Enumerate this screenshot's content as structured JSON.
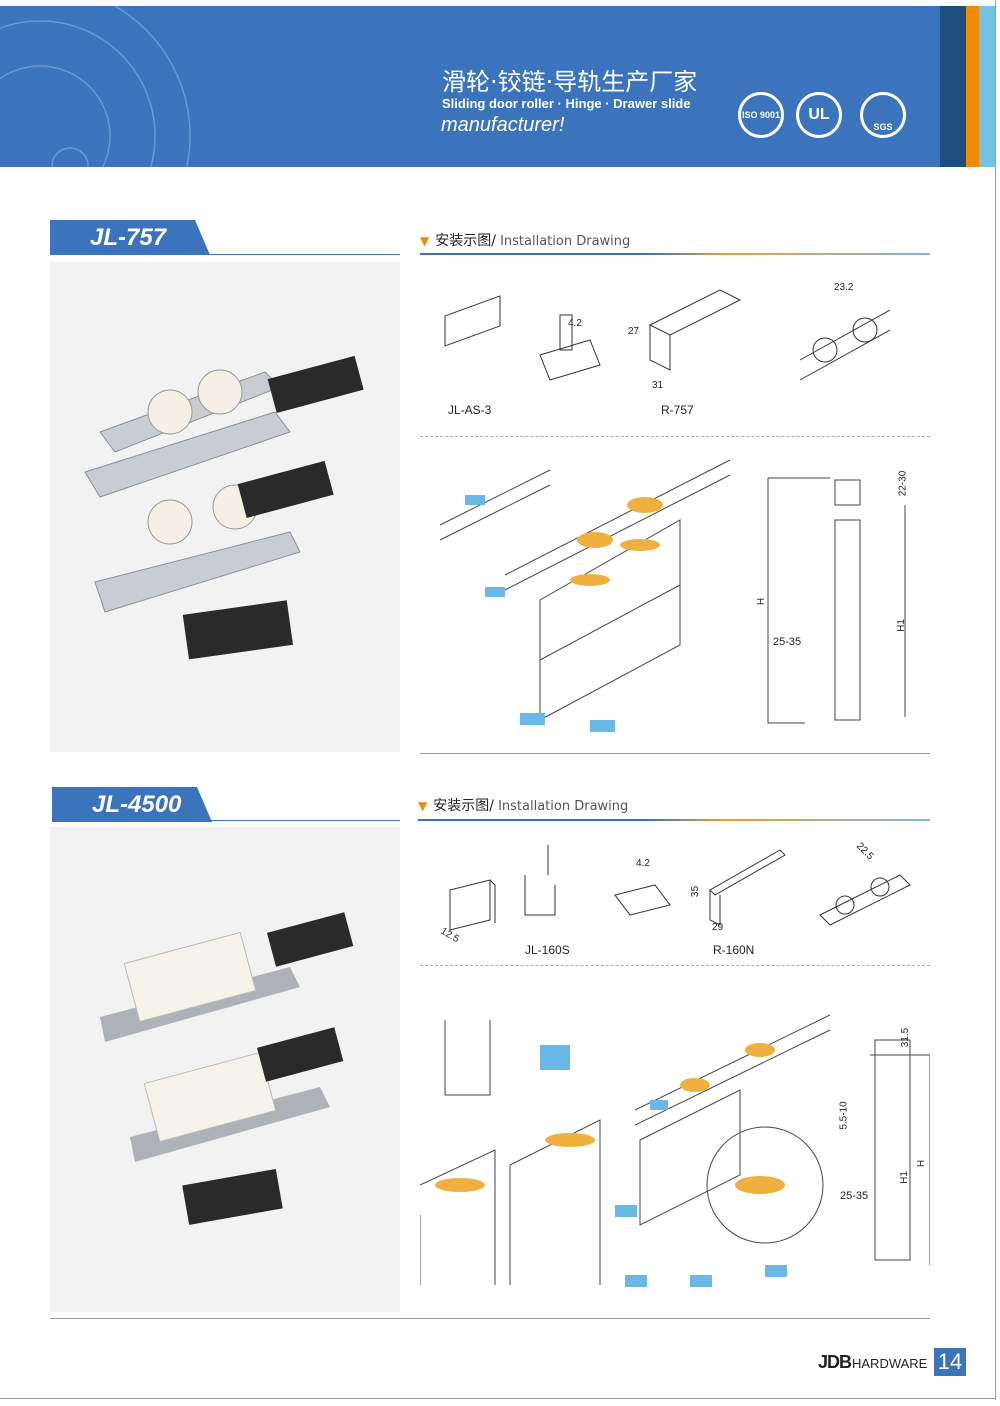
{
  "header": {
    "title_cn": "滑轮·铰链·导轨生产厂家",
    "title_en": "Sliding door roller  · Hinge  · Drawer slide",
    "title_mf": "manufacturer!",
    "certs": [
      "ISO 9001",
      "UL",
      "SGS"
    ],
    "colors": {
      "blue": "#3b74bd",
      "navy": "#1d4f7c",
      "orange": "#f08a00",
      "light": "#74c2e6"
    }
  },
  "sections": [
    {
      "model": "JL-757",
      "inst_cn": "安装示图/",
      "inst_en": " Installation Drawing",
      "parts": [
        "JL-AS-3",
        "R-757"
      ],
      "dims": [
        "4.2",
        "27",
        "31",
        "23.2"
      ],
      "assembly_dims": [
        "H",
        "25-35",
        "H1",
        "22-30"
      ]
    },
    {
      "model": "JL-4500",
      "inst_cn": "安装示图/",
      "inst_en": " Installation Drawing",
      "parts": [
        "JL-160S",
        "R-160N"
      ],
      "dims": [
        "12.5",
        "4.2",
        "35",
        "29",
        "22.5"
      ],
      "assembly_dims": [
        "31.5",
        "5.5-10",
        "25-35",
        "H1",
        "H"
      ]
    }
  ],
  "footer": {
    "logo": "JDB",
    "brand": "HARDWARE",
    "page": "14"
  }
}
